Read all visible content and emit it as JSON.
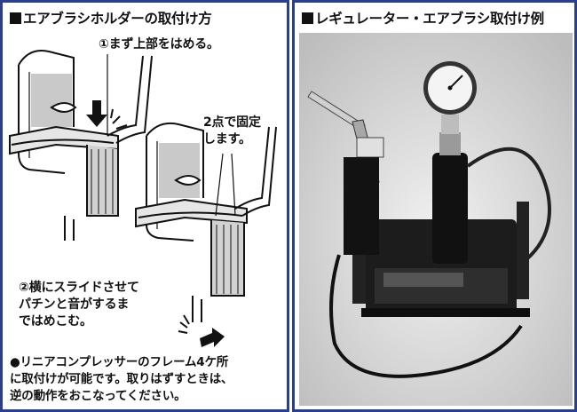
{
  "left": {
    "title": "エアブラシホルダーの取付け方",
    "step1": "①まず上部をはめる。",
    "fix_note": [
      "2点で固定",
      "します。"
    ],
    "step2": [
      "②横にスライドさせて",
      "パチンと音がするま",
      "ではめこむ。"
    ],
    "compressor_note": [
      "●リニアコンプレッサーのフレーム4ケ所",
      "に取付けが可能です。取りはずすときは、",
      "逆の動作をおこなってください。"
    ]
  },
  "right": {
    "title": "レギュレーター・エアブラシ取付け例"
  },
  "colors": {
    "frame": "#2a3f8f",
    "ink": "#111111",
    "photo_bg": "#dcdcdc"
  }
}
